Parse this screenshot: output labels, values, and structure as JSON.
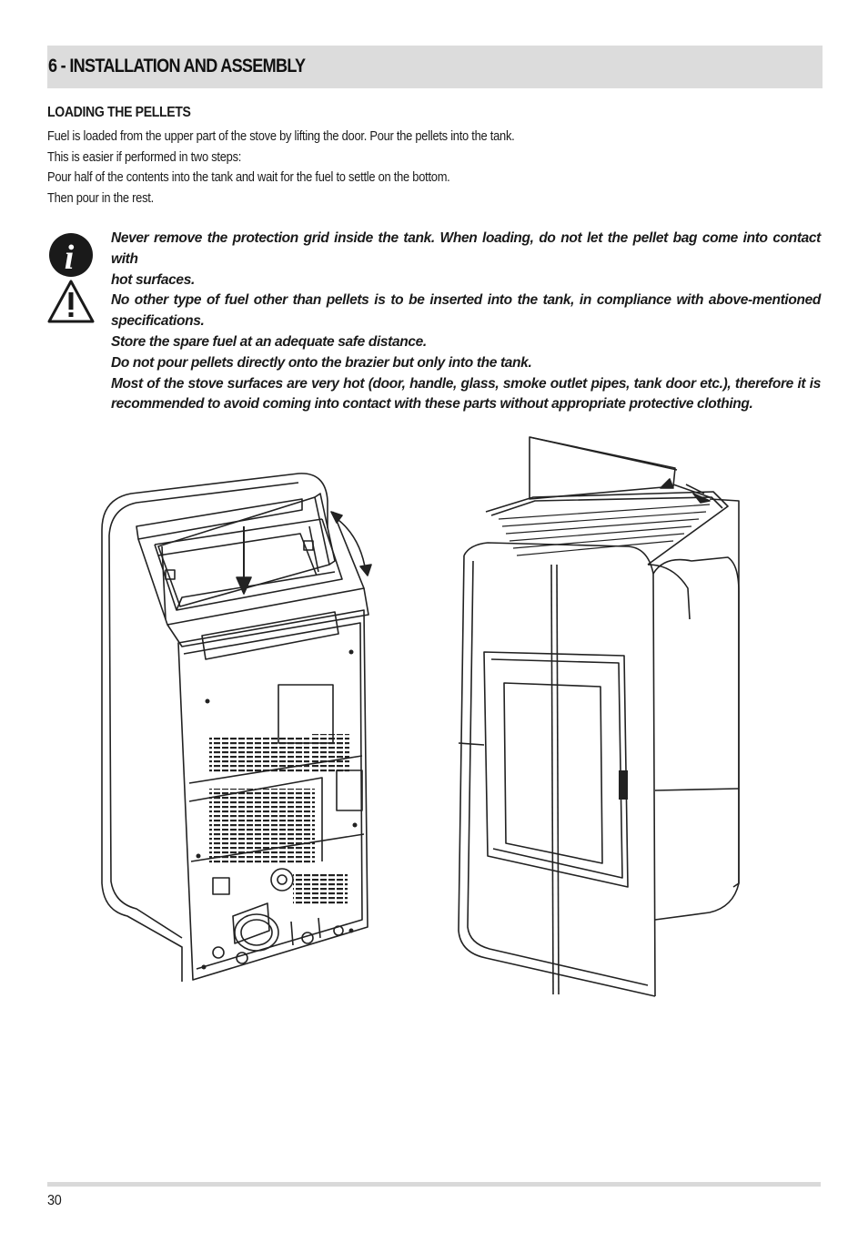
{
  "header": {
    "title": "6 - INSTALLATION AND ASSEMBLY"
  },
  "section": {
    "heading": "LOADING THE PELLETS",
    "paragraphs": [
      "Fuel is loaded from the upper part of the stove by lifting the door. Pour the pellets into the tank.",
      "This is easier if performed in two steps:",
      "Pour half of the contents into the tank and wait for the fuel to settle on the bottom.",
      "Then pour in the rest."
    ]
  },
  "warning": {
    "icons": [
      "info-icon",
      "warning-triangle-icon"
    ],
    "lines": [
      "Never remove the protection grid inside the tank. When loading, do not let the pellet bag come into contact with",
      "hot surfaces.",
      "No other type of fuel other than pellets is to be inserted into the tank, in compliance with above-mentioned",
      "specifications.",
      "Store the spare fuel at an adequate safe distance.",
      "Do not pour pellets directly onto the brazier but only into the tank.",
      "Most of the stove surfaces are very hot (door, handle, glass, smoke outlet pipes, tank door etc.), therefore it is",
      "recommended to avoid coming into contact with these parts without appropriate protective clothing."
    ]
  },
  "colors": {
    "header_band": "#dcdcdc",
    "footer_rule": "#d9d9d9",
    "text": "#1a1a1a"
  },
  "footer": {
    "page_number": "30"
  }
}
